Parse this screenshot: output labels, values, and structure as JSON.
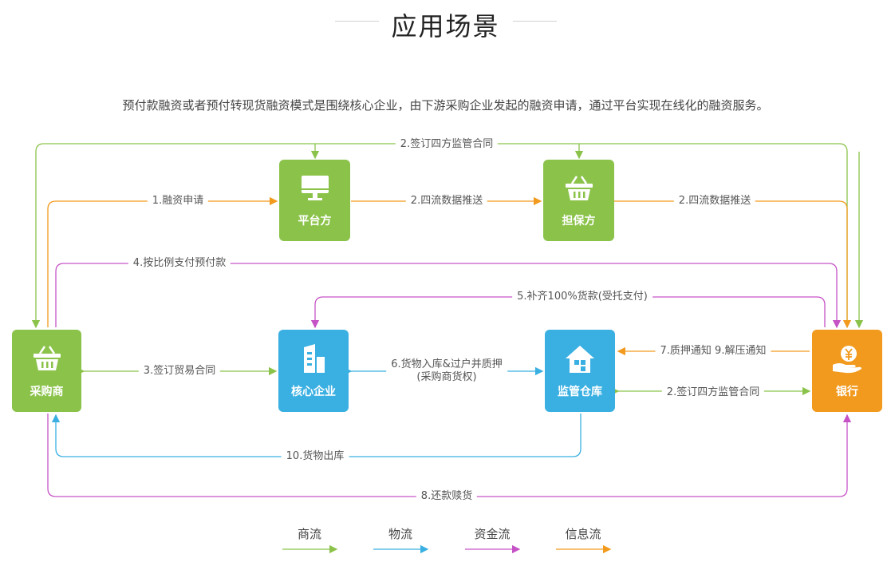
{
  "title": "应用场景",
  "description": "预付款融资或者预付转现货融资模式是围绕核心企业，由下游采购企业发起的融资申请，通过平台实现在线化的融资服务。",
  "nodes": {
    "platform": "平台方",
    "guarantor": "担保方",
    "purchaser": "采购商",
    "core": "核心企业",
    "warehouse": "监管仓库",
    "bank": "银行"
  },
  "edges": {
    "sign_top": "2.签订四方监管合同",
    "financing_apply": "1.融资申请",
    "four_flow_1": "2.四流数据推送",
    "four_flow_2": "2.四流数据推送",
    "prepay": "4.按比例支付预付款",
    "full_pay": "5.补齐100%货款(受托支付)",
    "trade_contract": "3.签订贸易合同",
    "goods_in_line1": "6.货物入库&过户并质押",
    "goods_in_line2": "(采购商货权)",
    "pledge_notice": "7.质押通知 9.解压通知",
    "sign_mid": "2.签订四方监管合同",
    "goods_out": "10.货物出库",
    "repay": "8.还款赎货"
  },
  "legend": [
    {
      "label": "商流",
      "color": "#8bc34a"
    },
    {
      "label": "物流",
      "color": "#3ab0e2"
    },
    {
      "label": "资金流",
      "color": "#c653c6"
    },
    {
      "label": "信息流",
      "color": "#f29a1d"
    }
  ],
  "colors": {
    "commerce": "#8bc34a",
    "logistics": "#3ab0e2",
    "capital": "#c653c6",
    "info": "#f29a1d"
  }
}
